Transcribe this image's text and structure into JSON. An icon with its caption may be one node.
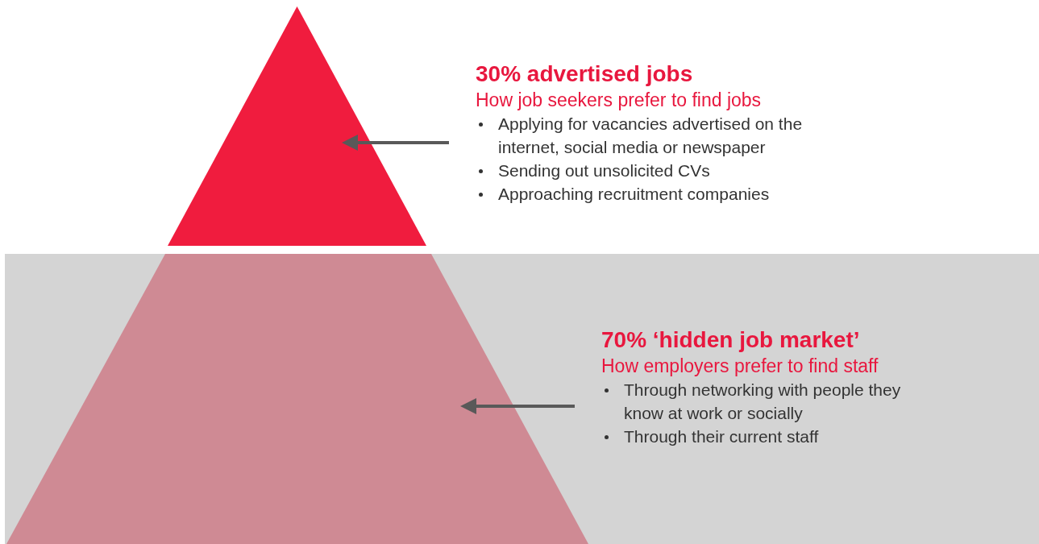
{
  "diagram": {
    "nodes": [
      {
        "text": [],
        "shape": "triangle"
      },
      {
        "text": [
          "30% advertised jobs",
          "How job seekers prefer to find jobs",
          "Applying for vacancies advertised on the internet, social media or newspaper",
          "Sending out unsolicited CVs",
          "Approaching recruitment companies"
        ]
      },
      {
        "text": [],
        "shape": "trapezoid"
      },
      {
        "text": [
          "70% ‘hidden job market’",
          "How employers prefer to find staff",
          "Through networking with people they know at work or socially",
          "Through their current staff"
        ]
      }
    ],
    "edges": [
      {
        "from": 1,
        "to": 0,
        "arrow": "to"
      },
      {
        "from": 3,
        "to": 2,
        "arrow": "to"
      }
    ]
  }
}
